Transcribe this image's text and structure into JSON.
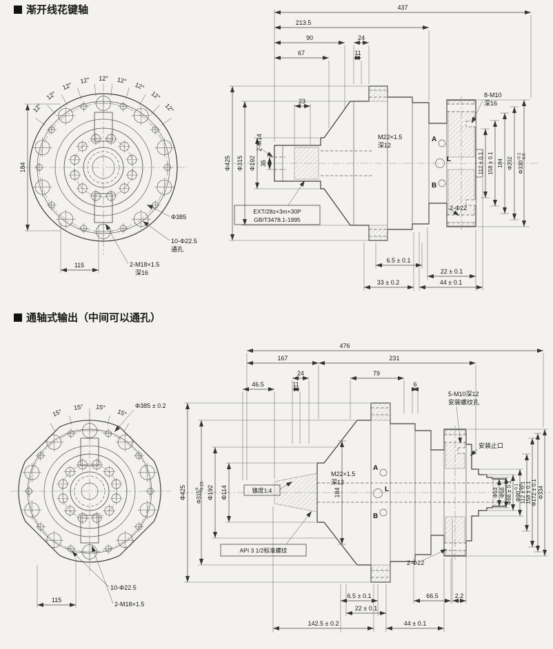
{
  "page": {
    "bg": "#f3f2ee",
    "ink": "#3b3b3b"
  },
  "s1": {
    "title": "渐开线花键轴",
    "front": {
      "angles": [
        "12°",
        "12°",
        "12°",
        "12°",
        "12°",
        "12°",
        "12°",
        "12°",
        "12°"
      ],
      "dim_184": "184",
      "dim_115": "115",
      "d385": "Φ385",
      "holes_l1": "10-Φ22.5",
      "holes_l2": "通孔",
      "m18_l1": "2-M18×1.5",
      "m18_l2": "深16"
    },
    "side": {
      "dim_437": "437",
      "dim_213": "213.5",
      "dim_90": "90",
      "dim_67": "67",
      "dim_24": "24",
      "dim_11": "11",
      "dim_23": "23",
      "dim_35": "35",
      "m14": "2-M14",
      "d425": "Φ425",
      "d315": "Φ315",
      "d192": "Φ192",
      "m22_l1": "M22×1.5",
      "m22_l2": "深12",
      "a": "A",
      "l": "L",
      "b": "B",
      "m10_l1": "8-M10",
      "m10_l2": "深16",
      "dim_112": "112 ± 0.1",
      "dim_158": "158 ± 0.1",
      "dim_184": "184",
      "d202": "Φ202",
      "d330": "Φ330",
      "d330_hi": "-0.1",
      "d330_lo": "-0.5",
      "d22": "2-Φ22",
      "spline_l1": "EXT/28z×3m×30P",
      "spline_l2": "GB/T3478.1-1995",
      "dim_65": "6.5 ± 0.1",
      "dim_22": "22 ± 0.1",
      "dim_33": "33 ± 0.2",
      "dim_44": "44 ± 0.1"
    }
  },
  "s2": {
    "title": "通轴式输出（中间可以通孔）",
    "front": {
      "angles": [
        "15°",
        "15°",
        "15°",
        "15°"
      ],
      "d385": "Φ385 ± 0.2",
      "dim_115": "115",
      "holes": "10-Φ22.5",
      "m18": "2-M18×1.5"
    },
    "side": {
      "dim_476": "476",
      "dim_167": "167",
      "dim_231": "231",
      "dim_24": "24",
      "dim_79": "79",
      "dim_11": "11",
      "dim_465": "46.5",
      "dim_6": "6",
      "m10_l1": "5-M10深12",
      "m10_l2": "安装螺纹孔",
      "stop": "安装止口",
      "d425": "Φ425",
      "d315": "Φ315",
      "d315_hi": "0",
      "d315_lo": "-0.15",
      "d192": "Φ192",
      "d114": "Φ114",
      "taper": "锥度1:4",
      "m22_l1": "M22×1.5",
      "m22_l2": "深12",
      "dim_184": "184",
      "a": "A",
      "l": "L",
      "b": "B",
      "d53": "Φ53",
      "d56": "Φ56",
      "d66": "Φ66 ± 0.1",
      "d90": "Φ90",
      "d90_hi": "-0.1",
      "d90_lo": "-0.5",
      "dim_112": "112 ± 0.1",
      "dim_158": "158 ± 0.1",
      "d172": "Φ172 ± 0.1",
      "d334": "Φ334",
      "api": "API 3 1/2标准螺纹",
      "d22": "2-Φ22",
      "dim_65": "6.5 ± 0.1",
      "dim_665": "66.5",
      "dim_22s": "2.2",
      "dim_22": "22 ± 0.1",
      "dim_1425": "142.5 ± 0.2",
      "dim_44": "44 ± 0.1"
    }
  }
}
